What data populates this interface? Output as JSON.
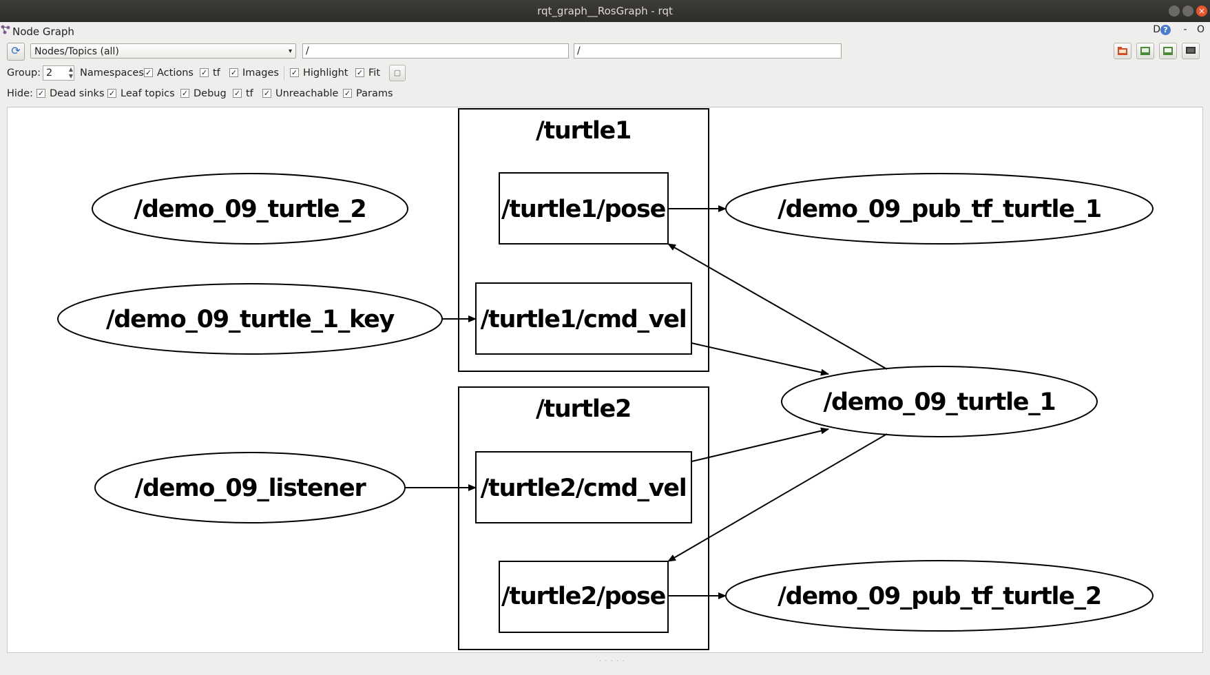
{
  "window": {
    "title": "rqt_graph__RosGraph - rqt"
  },
  "dock": {
    "title": "Node Graph",
    "right_d": "D",
    "right_help": "?",
    "right_minus": "-",
    "right_o": "O"
  },
  "toolbar": {
    "mode": "Nodes/Topics (all)",
    "node_filter": "/",
    "topic_filter": "/"
  },
  "options": {
    "group_label": "Group:",
    "group_value": "2",
    "namespaces": "Namespaces",
    "actions": "Actions",
    "tf": "tf",
    "images": "Images",
    "highlight": "Highlight",
    "fit": "Fit"
  },
  "hide": {
    "label": "Hide:",
    "dead_sinks": "Dead sinks",
    "leaf_topics": "Leaf topics",
    "debug": "Debug",
    "tf": "tf",
    "unreachable": "Unreachable",
    "params": "Params"
  },
  "graph": {
    "groups": {
      "turtle1": "/turtle1",
      "turtle2": "/turtle2"
    },
    "nodes": {
      "turtle_2": "/demo_09_turtle_2",
      "turtle_1_key": "/demo_09_turtle_1_key",
      "listener": "/demo_09_listener",
      "pub_tf_1": "/demo_09_pub_tf_turtle_1",
      "turtle_1": "/demo_09_turtle_1",
      "pub_tf_2": "/demo_09_pub_tf_turtle_2"
    },
    "topics": {
      "t1_pose": "/turtle1/pose",
      "t1_cmd": "/turtle1/cmd_vel",
      "t2_cmd": "/turtle2/cmd_vel",
      "t2_pose": "/turtle2/pose"
    }
  }
}
